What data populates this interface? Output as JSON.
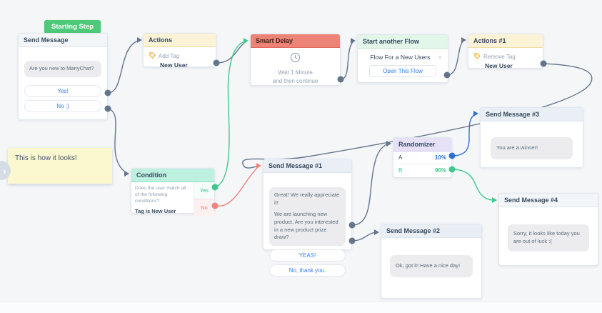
{
  "colors": {
    "slate": "#64758b",
    "green": "#3ec98c",
    "red": "#ef837b",
    "blue": "#2e6fd4",
    "badge_green": "#4ec879",
    "link_blue": "#2f80ed",
    "note_yellow": "#fbf7cf"
  },
  "badge": {
    "label": "Starting Step"
  },
  "chevron": {
    "glyph": "›"
  },
  "nodes": {
    "send_message": {
      "title": "Send Message",
      "bubble": "Are you new to ManyChat?",
      "buttons": [
        {
          "label": "Yes!"
        },
        {
          "label": "No :)"
        }
      ]
    },
    "actions": {
      "title": "Actions",
      "action_type": "Add Tag",
      "action_value": "New User"
    },
    "smart_delay": {
      "title": "Smart Delay",
      "line1": "Wait 1 Minute",
      "line2": "and then continue"
    },
    "start_flow": {
      "title": "Start another Flow",
      "flow_name": "Flow For a New Users",
      "close": "×",
      "button": "Open This Flow"
    },
    "actions1": {
      "title": "Actions #1",
      "action_type": "Remove Tag",
      "action_value": "New User"
    },
    "note": {
      "text": "This is how it looks!"
    },
    "condition": {
      "title": "Condition",
      "question": "Does the user match all of the following conditions?",
      "rule": "Tag is New User",
      "yes": "Yes",
      "no": "No"
    },
    "send_message1": {
      "title": "Send Message #1",
      "bubble1": "Great! We really appreciate it!",
      "bubble2": "We are launching new product. Are you interested in a new product prize draw?",
      "buttons": [
        {
          "label": "YEAS!"
        },
        {
          "label": "No, thank you."
        }
      ]
    },
    "send_message2": {
      "title": "Send Message #2",
      "bubble": "Ok, got it! Have a nice day!"
    },
    "randomizer": {
      "title": "Randomizer",
      "rows": [
        {
          "label": "A",
          "pct": "10%"
        },
        {
          "label": "B",
          "pct": "90%"
        }
      ]
    },
    "send_message3": {
      "title": "Send Message #3",
      "bubble": "You are a winner!"
    },
    "send_message4": {
      "title": "Send Message #4",
      "bubble": "Sorry, it looks like today you are out of luck :("
    }
  }
}
